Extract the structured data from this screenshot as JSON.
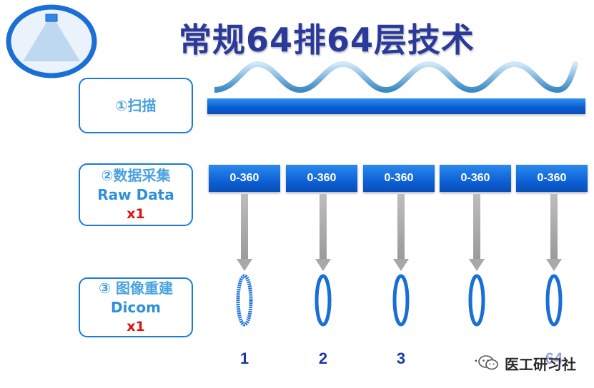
{
  "title": "常规64排64层技术",
  "steps": [
    {
      "lines": [
        "①扫描"
      ]
    },
    {
      "lines": [
        "②数据采集",
        "Raw Data",
        "x1"
      ]
    },
    {
      "lines": [
        "③ 图像重建",
        "Dicom",
        "x1"
      ]
    }
  ],
  "segments": [
    "0-360",
    "0-360",
    "0-360",
    "0-360",
    "0-360"
  ],
  "rings": [
    "1",
    "2",
    "3",
    "…",
    "64"
  ],
  "watermark": "医工研习社",
  "colors": {
    "accent": "#0b5bd0",
    "title": "#2b3a9a",
    "highlight": "#e01010"
  }
}
